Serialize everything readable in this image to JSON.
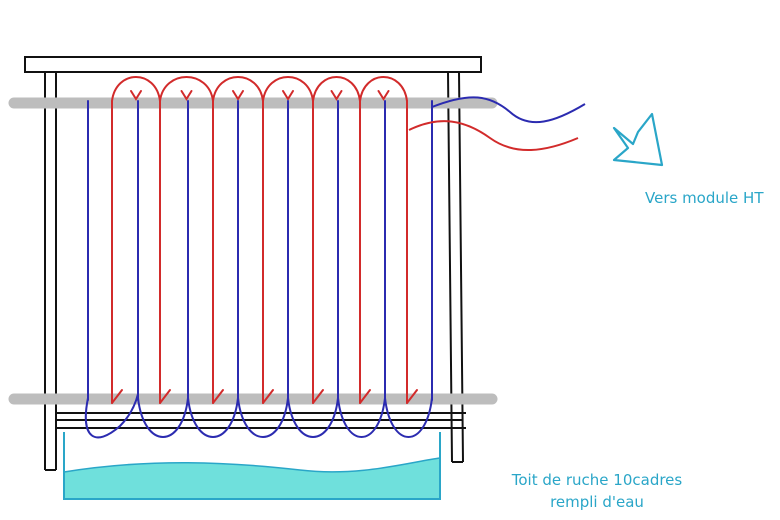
{
  "labels": {
    "module": "Vers module HT",
    "roof_line1": "Toit de ruche 10cadres",
    "roof_line2": "rempli d'eau"
  },
  "colors": {
    "red_wire": "#d22b2b",
    "blue_wire": "#2b2bb0",
    "frame": "#111111",
    "bar": "#bdbdbd",
    "water_fill": "#6fe0dc",
    "water_edge": "#2aa6c8",
    "arrow": "#2aa6c8",
    "label": "#2aa6c8"
  }
}
